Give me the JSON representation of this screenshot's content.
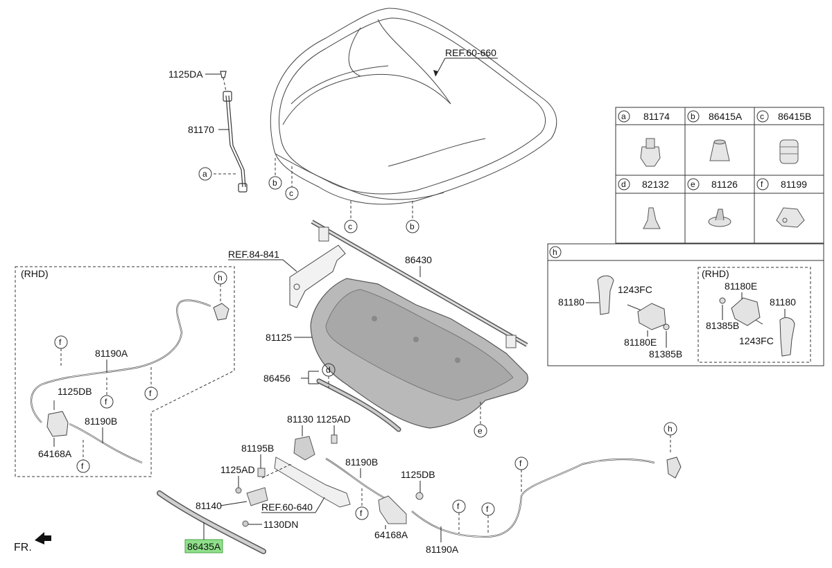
{
  "refs": {
    "hood": "REF.60-660",
    "bracket": "REF.84-841",
    "lower": "REF.60-640"
  },
  "parts": {
    "p1125DA": "1125DA",
    "p81170": "81170",
    "p86430": "86430",
    "p81125": "81125",
    "p86456": "86456",
    "p81130": "81130",
    "p1125AD_a": "1125AD",
    "p81190B_c": "81190B",
    "p81195B": "81195B",
    "p1125AD_b": "1125AD",
    "p81140": "81140",
    "p1130DN": "1130DN",
    "p86435A": "86435A",
    "p1125DB_c": "1125DB",
    "p64168A_c": "64168A",
    "p81190A_c": "81190A"
  },
  "rhd_left": {
    "title": "(RHD)",
    "p81190A": "81190A",
    "p1125DB": "1125DB",
    "p81190B": "81190B",
    "p64168A": "64168A"
  },
  "table": {
    "cells": [
      {
        "letter": "a",
        "part": "81174"
      },
      {
        "letter": "b",
        "part": "86415A"
      },
      {
        "letter": "c",
        "part": "86415B"
      },
      {
        "letter": "d",
        "part": "82132"
      },
      {
        "letter": "e",
        "part": "81126"
      },
      {
        "letter": "f",
        "part": "81199"
      }
    ]
  },
  "h_box": {
    "letter": "h",
    "p81180": "81180",
    "p1243FC": "1243FC",
    "p81180E": "81180E",
    "p81385B": "81385B",
    "rhd": {
      "title": "(RHD)",
      "p81180E": "81180E",
      "p81180": "81180",
      "p81385B": "81385B",
      "p1243FC": "1243FC"
    }
  },
  "letters": {
    "a": "a",
    "b": "b",
    "c": "c",
    "d": "d",
    "e": "e",
    "f": "f",
    "h": "h"
  },
  "front": "FR.",
  "highlight_color": "#8fe08a"
}
